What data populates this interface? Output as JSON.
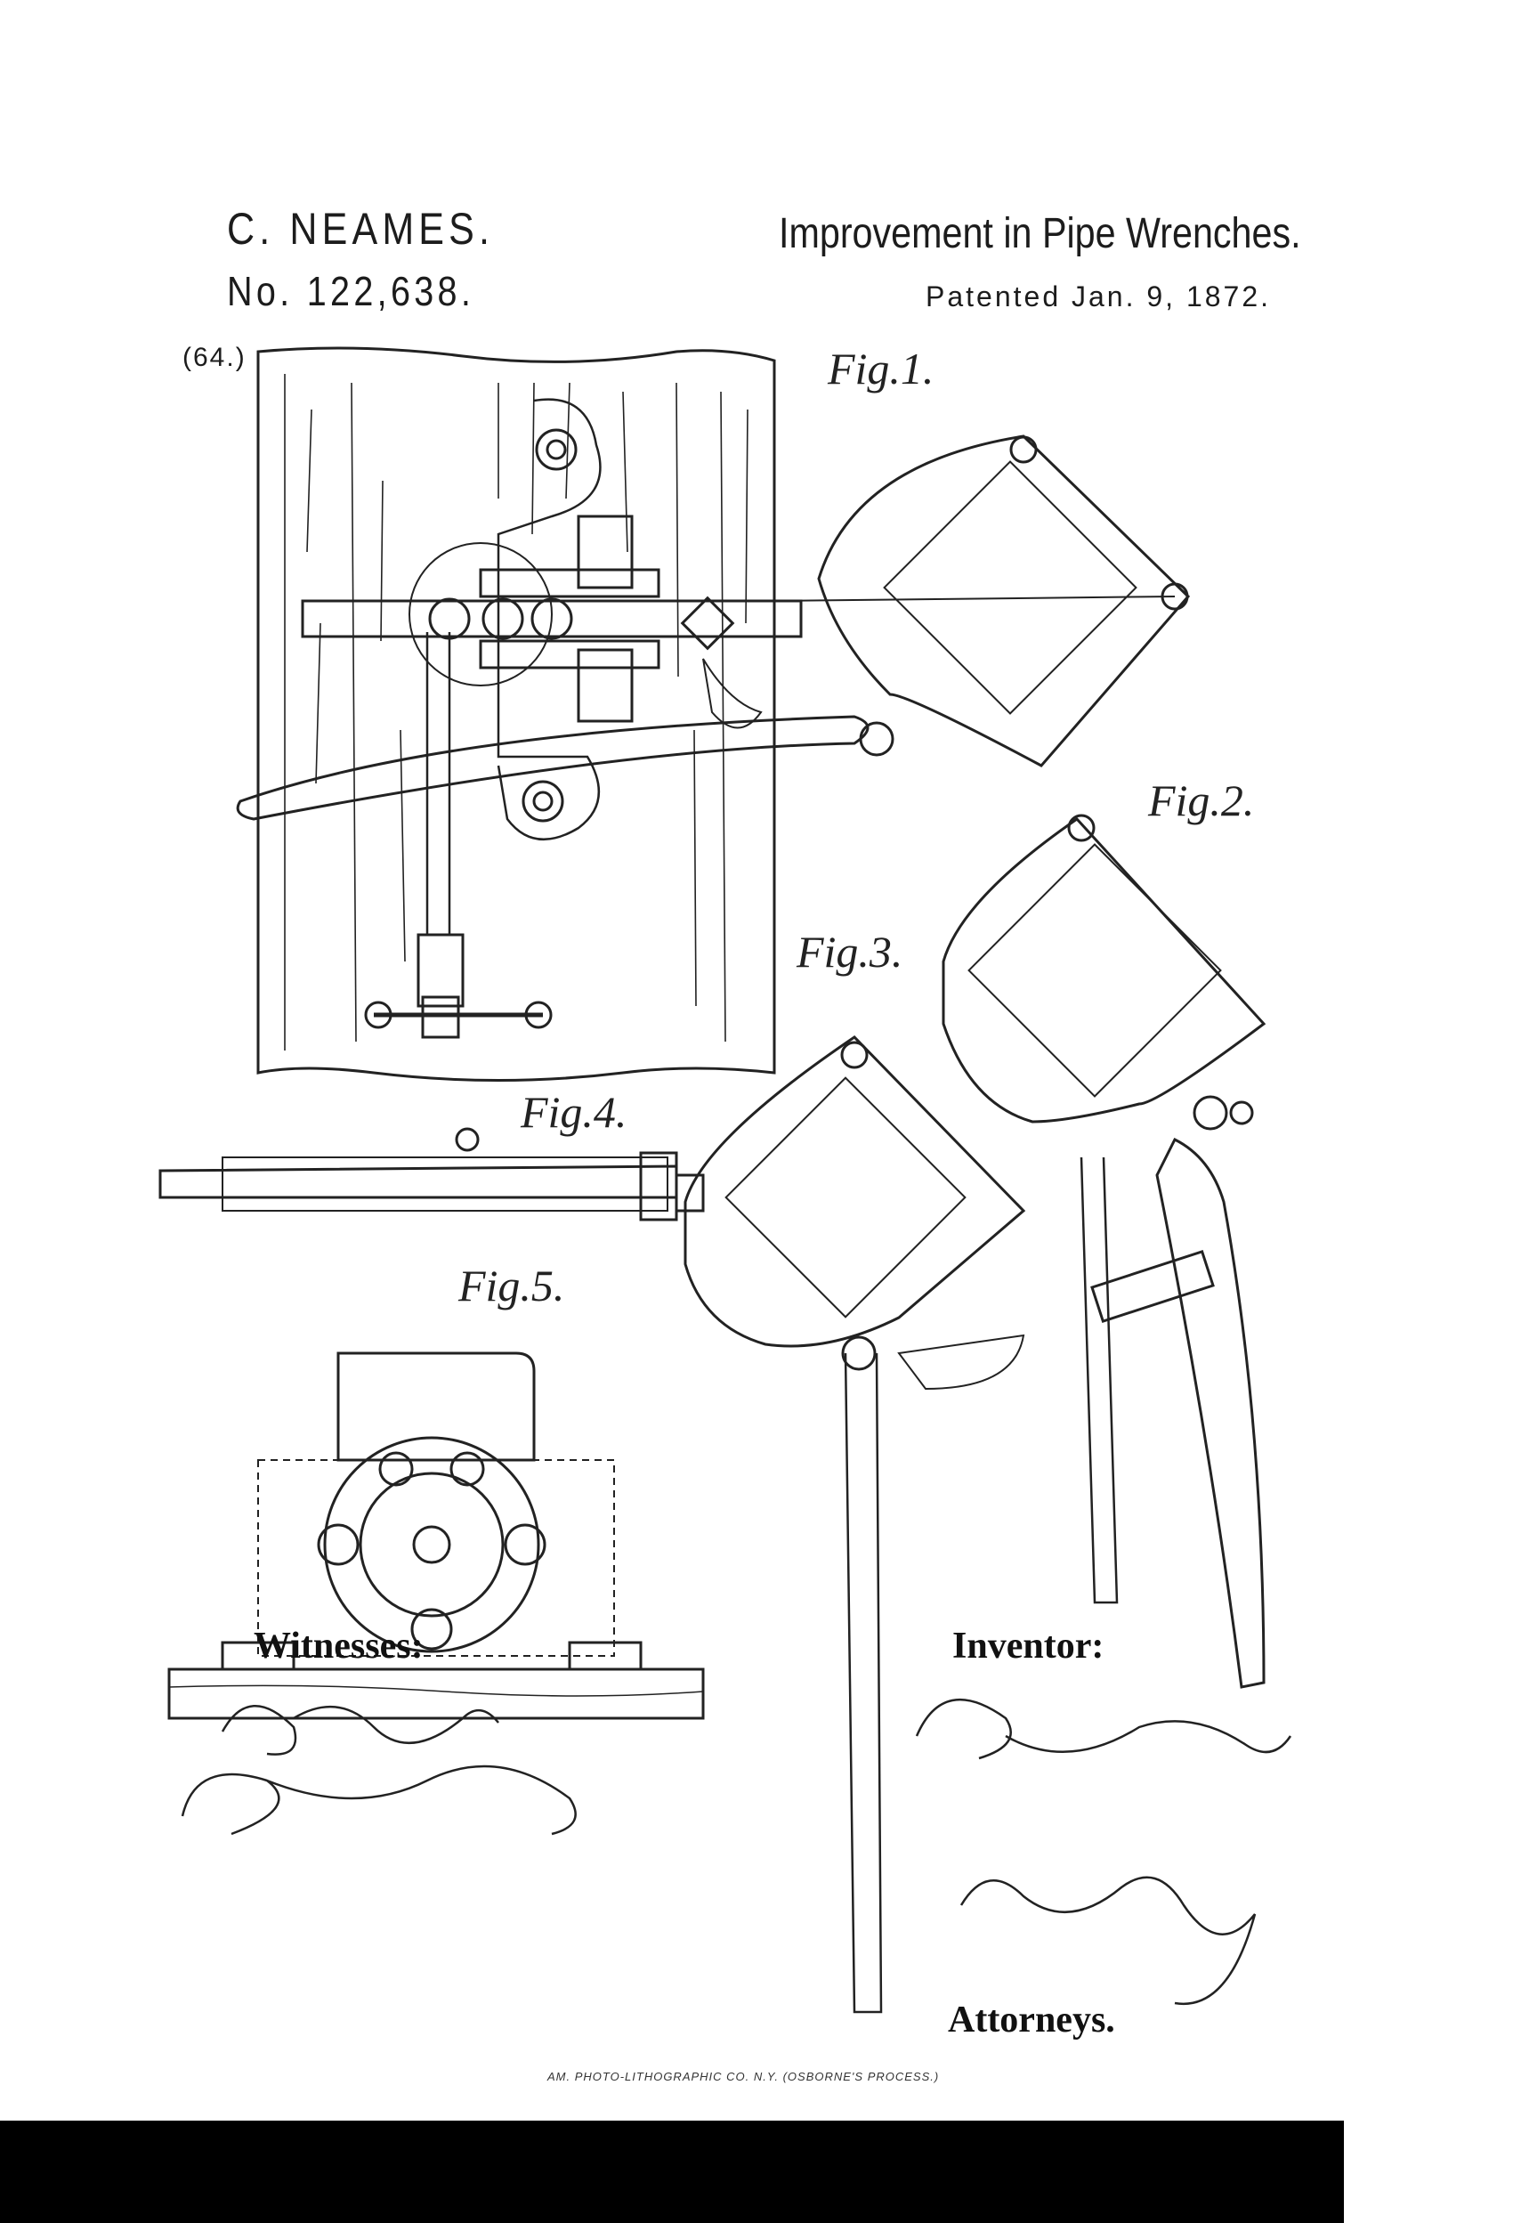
{
  "header": {
    "inventor_name": "C. NEAMES.",
    "patent_number": "No. 122,638.",
    "reference_number": "(64.)",
    "title": "Improvement in Pipe Wrenches.",
    "patent_date": "Patented Jan. 9, 1872."
  },
  "figures": {
    "fig1": "Fig.1.",
    "fig2": "Fig.2.",
    "fig3": "Fig.3.",
    "fig4": "Fig.4.",
    "fig5": "Fig.5."
  },
  "signatures": {
    "witnesses_label": "Witnesses:",
    "inventor_label": "Inventor:",
    "attorneys_label": "Attorneys."
  },
  "footer": {
    "printer_credit": "AM. PHOTO-LITHOGRAPHIC CO. N.Y. (OSBORNE'S PROCESS.)"
  }
}
